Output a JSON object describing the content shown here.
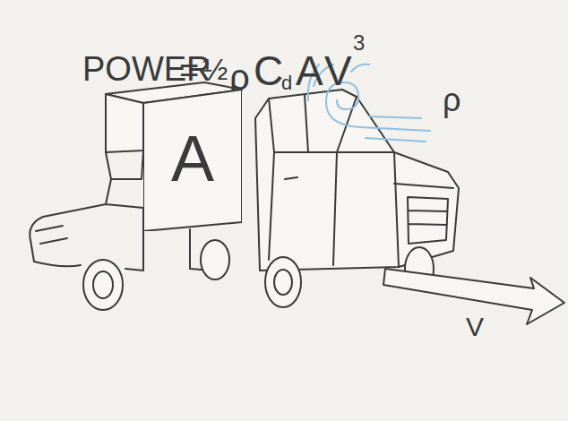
{
  "diagram": {
    "nodes": [
      {
        "text": [
          "A"
        ]
      }
    ],
    "labels": [
      "POWER",
      "=",
      "½",
      "ρ",
      "C",
      "d",
      "A",
      "V",
      "3",
      "ρ",
      "V"
    ]
  }
}
